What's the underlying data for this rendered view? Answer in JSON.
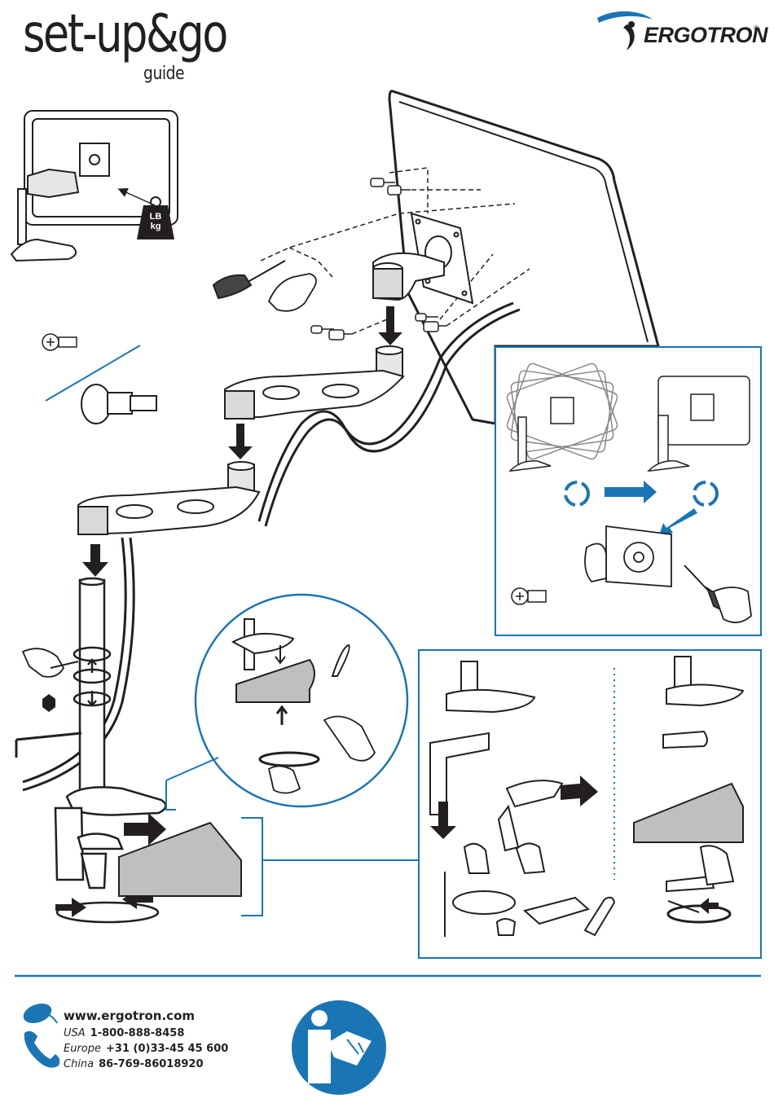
{
  "header": {
    "title": "set-up&go",
    "subtitle": "guide",
    "brand": "ERGOTRON",
    "brand_mark": "®"
  },
  "weight_badge": {
    "line1": "LB",
    "line2": "kg"
  },
  "colors": {
    "accent_blue": "#1a75b4",
    "ink": "#231f20",
    "desk_gray": "#bfbfbf"
  },
  "icons": [
    "rotate-icon",
    "mouse-icon",
    "phone-icon",
    "read-manual-icon",
    "hex-key-icon",
    "screwdriver-icon"
  ],
  "contact": {
    "website": "www.ergotron.com",
    "phones": [
      {
        "region": "USA",
        "number": "1-800-888-8458"
      },
      {
        "region": "Europe",
        "number": "+31 (0)33-45 45 600"
      },
      {
        "region": "China",
        "number": "86-769-86018920"
      }
    ]
  }
}
